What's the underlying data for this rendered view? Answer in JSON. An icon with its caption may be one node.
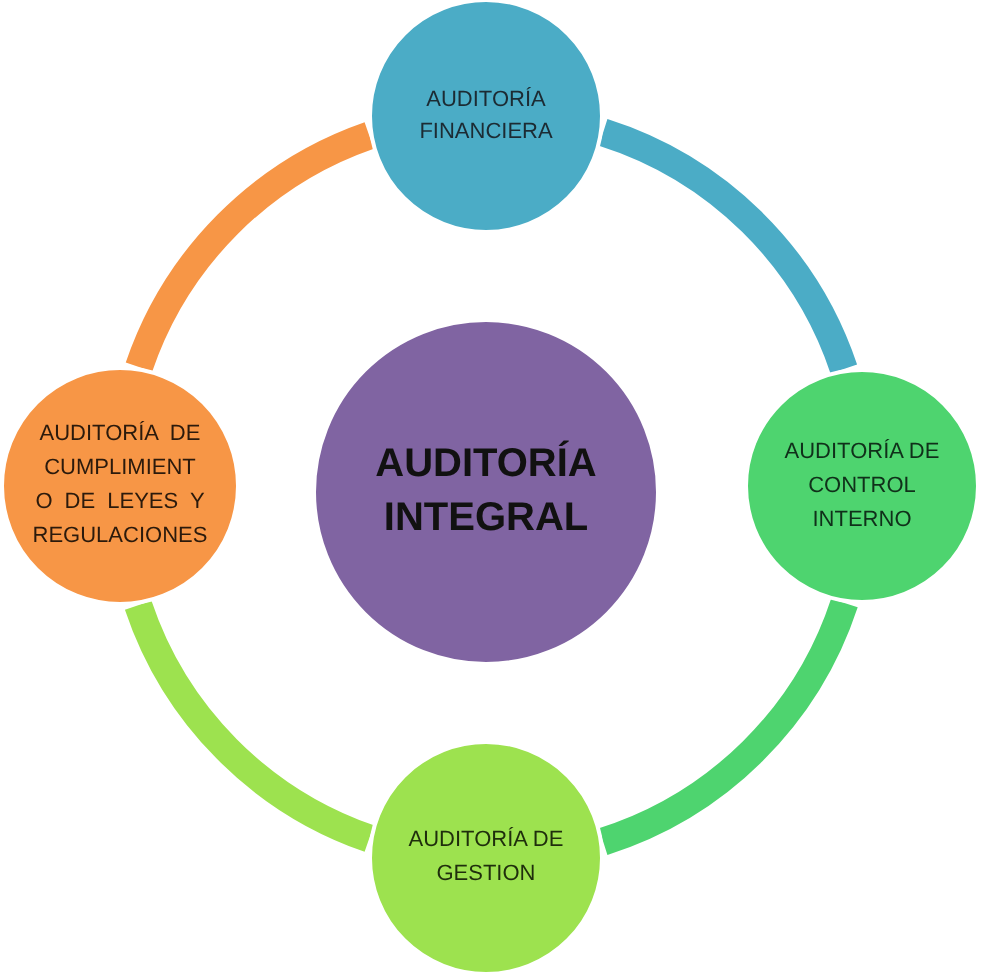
{
  "diagram": {
    "nodes": [
      {
        "text": [
          "AUDITORÍA FINANCIERA"
        ]
      },
      {
        "text": [
          "AUDITORÍA DE CUMPLIMIENT O DE LEYES Y REGULACIONES"
        ]
      },
      {
        "text": [
          "AUDITORÍA INTEGRAL"
        ]
      },
      {
        "text": [
          "AUDITORÍA DE CONTROL INTERNO"
        ]
      },
      {
        "text": [
          "AUDITORÍA DE GESTION"
        ]
      }
    ],
    "edges": [
      {
        "from": 0,
        "to": 3,
        "arrow": "none",
        "color": "#4bacc6"
      },
      {
        "from": 3,
        "to": 4,
        "arrow": "none",
        "color": "#4ed46f"
      },
      {
        "from": 4,
        "to": 1,
        "arrow": "none",
        "color": "#9de24f"
      },
      {
        "from": 1,
        "to": 0,
        "arrow": "none",
        "color": "#f79646"
      }
    ]
  }
}
